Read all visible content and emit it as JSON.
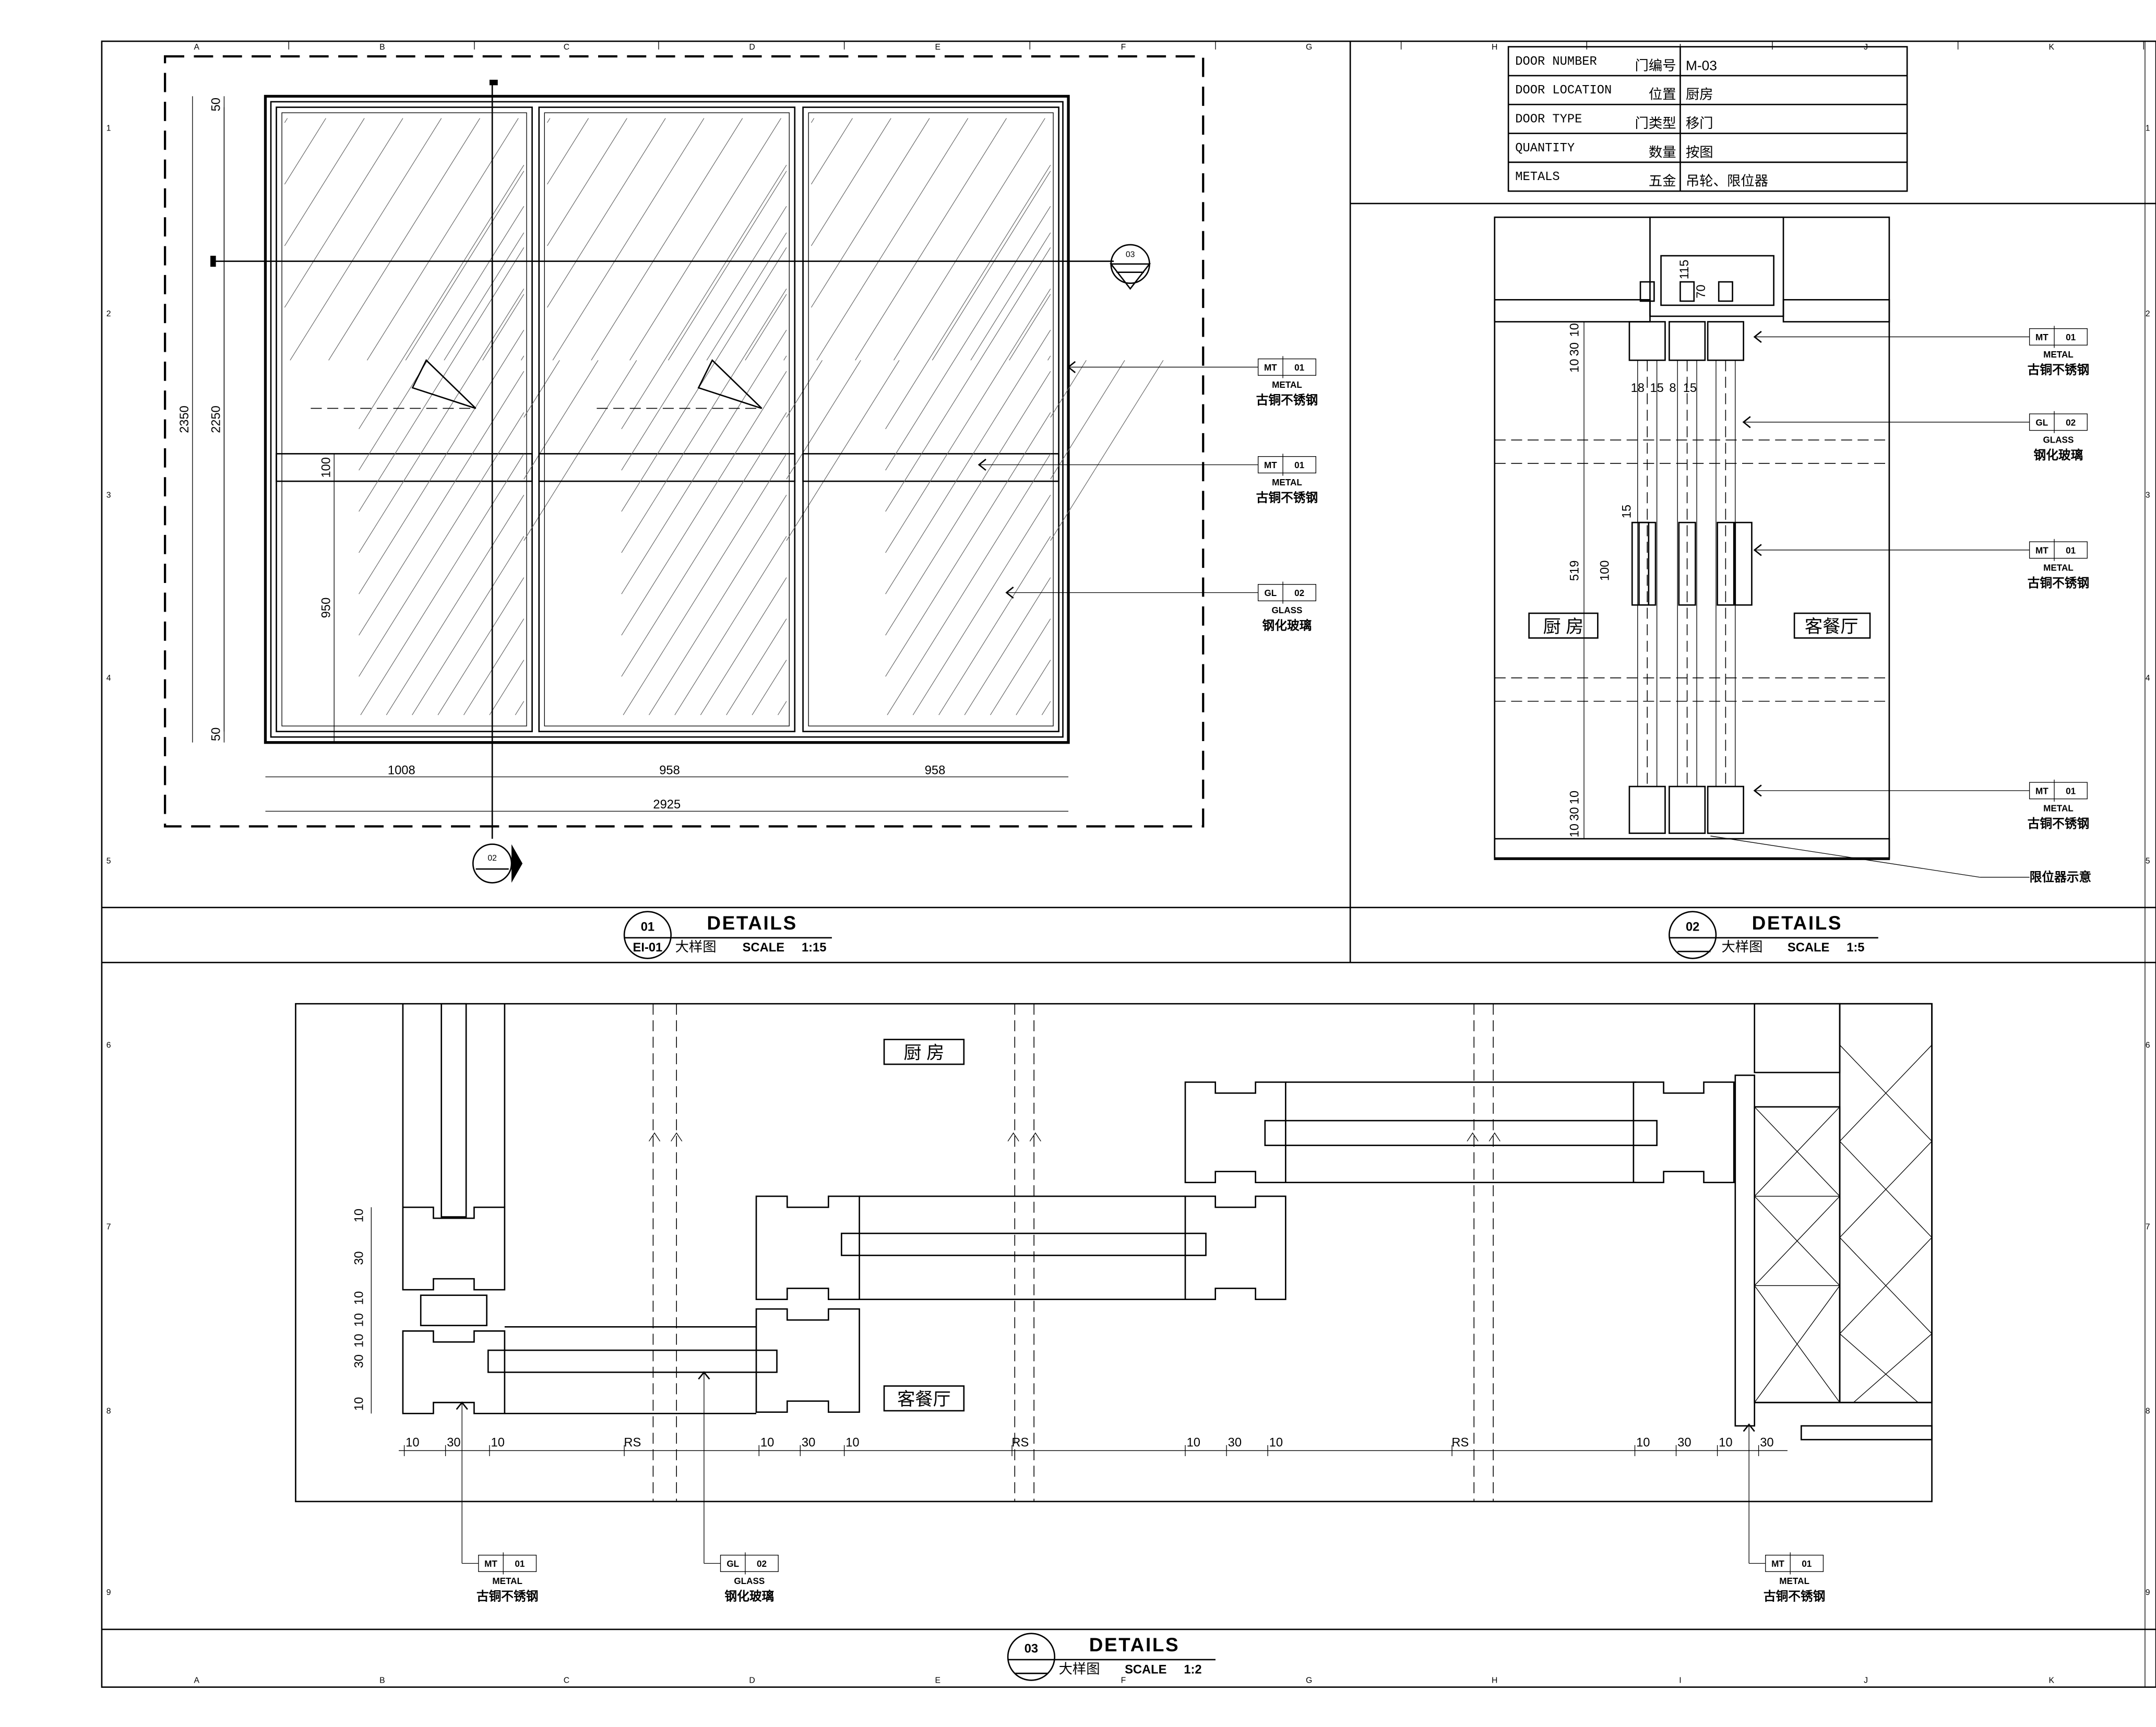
{
  "grid_columns": [
    "A",
    "B",
    "C",
    "D",
    "E",
    "F",
    "G",
    "H",
    "I",
    "J",
    "K"
  ],
  "grid_rows": [
    "1",
    "2",
    "3",
    "4",
    "5",
    "6",
    "7",
    "8",
    "9"
  ],
  "door_schedule": [
    {
      "en": "DOOR NUMBER",
      "cn": "门编号",
      "value": "M-03"
    },
    {
      "en": "DOOR LOCATION",
      "cn": "位置",
      "value": "厨房"
    },
    {
      "en": "DOOR TYPE",
      "cn": "门类型",
      "value": "移门"
    },
    {
      "en": "QUANTITY",
      "cn": "数量",
      "value": "按图"
    },
    {
      "en": "METALS",
      "cn": "五金",
      "value": "吊轮、限位器"
    }
  ],
  "detail_01": {
    "number": "01",
    "sheet": "EI-01",
    "title": "DETAILS",
    "cn": "大样图",
    "scale_label": "SCALE",
    "scale": "1:15",
    "dims_vertical": [
      "50",
      "2350",
      "2250",
      "100",
      "950",
      "50"
    ],
    "dims_horizontal": [
      "1008",
      "958",
      "958",
      "2925"
    ],
    "section_marks": [
      "03",
      "02"
    ],
    "tags": [
      {
        "code": "MT",
        "num": "01",
        "type": "METAL",
        "cn": "古铜不锈钢"
      },
      {
        "code": "MT",
        "num": "01",
        "type": "METAL",
        "cn": "古铜不锈钢"
      },
      {
        "code": "GL",
        "num": "02",
        "type": "GLASS",
        "cn": "钢化玻璃"
      }
    ]
  },
  "detail_02": {
    "number": "02",
    "title": "DETAILS",
    "cn": "大样图",
    "scale_label": "SCALE",
    "scale": "1:5",
    "rooms": [
      "厨 房",
      "客餐厅"
    ],
    "dims": [
      "115",
      "70",
      "10",
      "30",
      "10",
      "18",
      "15",
      "8",
      "15",
      "519",
      "100",
      "15",
      "10",
      "30",
      "10"
    ],
    "tags": [
      {
        "code": "MT",
        "num": "01",
        "type": "METAL",
        "cn": "古铜不锈钢"
      },
      {
        "code": "GL",
        "num": "02",
        "type": "GLASS",
        "cn": "钢化玻璃"
      },
      {
        "code": "MT",
        "num": "01",
        "type": "METAL",
        "cn": "古铜不锈钢"
      },
      {
        "code": "MT",
        "num": "01",
        "type": "METAL",
        "cn": "古铜不锈钢"
      }
    ],
    "stopper_note": "限位器示意"
  },
  "detail_03": {
    "number": "03",
    "title": "DETAILS",
    "cn": "大样图",
    "scale_label": "SCALE",
    "scale": "1:2",
    "rooms": [
      "厨 房",
      "客餐厅"
    ],
    "dims_bottom": [
      "10",
      "30",
      "10",
      "RS",
      "10",
      "30",
      "10",
      "RS",
      "10",
      "30",
      "10",
      "RS",
      "10",
      "30",
      "10",
      "30"
    ],
    "dims_left": [
      "10",
      "30",
      "10",
      "10",
      "10",
      "30",
      "10"
    ],
    "tags": [
      {
        "code": "MT",
        "num": "01",
        "type": "METAL",
        "cn": "古铜不锈钢"
      },
      {
        "code": "GL",
        "num": "02",
        "type": "GLASS",
        "cn": "钢化玻璃"
      },
      {
        "code": "MT",
        "num": "01",
        "type": "METAL",
        "cn": "古铜不锈钢"
      }
    ]
  }
}
